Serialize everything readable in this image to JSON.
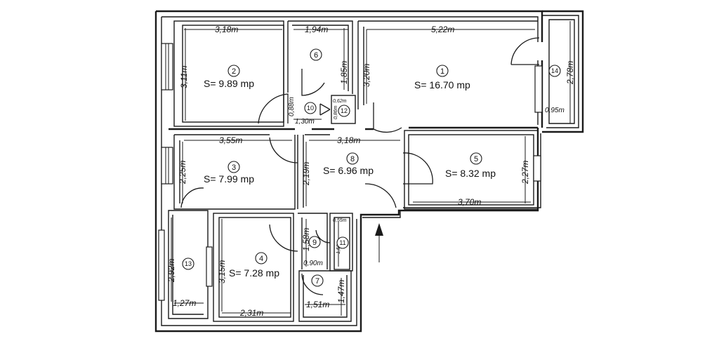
{
  "rooms": {
    "r1": {
      "number": "1",
      "area": "S= 16.70 mp",
      "width": "5,22m",
      "height": "3,20m"
    },
    "r2": {
      "number": "2",
      "area": "S= 9.89 mp",
      "width": "3,18m",
      "height": "3,11m"
    },
    "r3": {
      "number": "3",
      "area": "S= 7.99 mp",
      "width": "3,55m",
      "height": "2,25m"
    },
    "r4": {
      "number": "4",
      "area": "S= 7.28 mp",
      "width": "2,31m",
      "height": "3,15m"
    },
    "r5": {
      "number": "5",
      "area": "S= 8.32 mp",
      "width": "3,70m",
      "height": "2,27m"
    },
    "r6": {
      "number": "6",
      "width": "1,94m",
      "height": "1,85m"
    },
    "r7": {
      "number": "7",
      "width": "1,51m",
      "height": "1,47m"
    },
    "r8": {
      "number": "8",
      "area": "S= 6.96 mp",
      "width": "3,18m",
      "height": "2,19m"
    },
    "r9": {
      "number": "9",
      "width": "0,90m",
      "height": "1,58m"
    },
    "r10": {
      "number": "10",
      "width": "1,30m",
      "height": "0,88m"
    },
    "r11": {
      "number": "11",
      "width": "0,55m",
      "height": "1,50m"
    },
    "r12": {
      "number": "12",
      "width": "0,62m",
      "height": "0,86m"
    },
    "r13": {
      "number": "13",
      "width": "1,27m",
      "height": "2,92m"
    },
    "r14": {
      "number": "14",
      "width": "0,95m",
      "height": "2,78m"
    }
  }
}
